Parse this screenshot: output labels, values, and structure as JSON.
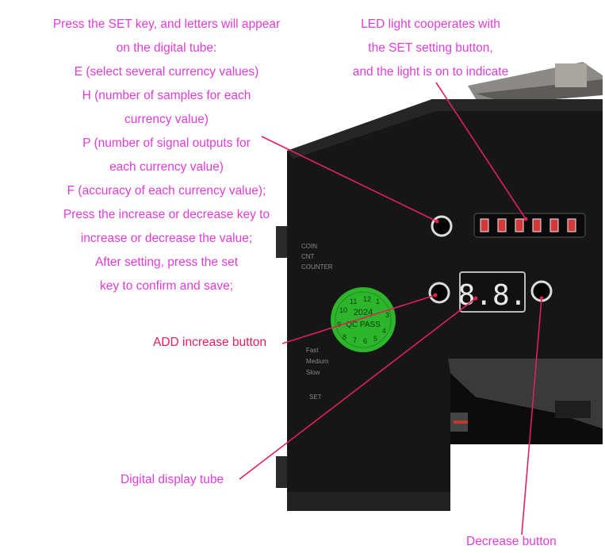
{
  "annotations": {
    "set_key_instructions": [
      "Press the SET key, and letters will appear",
      "on the digital tube:",
      "E (select several currency values)",
      "H (number of samples for each",
      "currency value)",
      "P (number of signal outputs for",
      "each currency value)",
      "F (accuracy of each currency value);",
      "Press the increase or decrease key to",
      "increase or decrease the value;",
      "After setting, press the set",
      "key to confirm and save;"
    ],
    "led_description": [
      "LED light cooperates with",
      "the SET setting button,",
      "and the light is on to indicate"
    ],
    "add_button_label": "ADD increase button",
    "digital_tube_label": "Digital display tube",
    "decrease_button_label": "Decrease button"
  },
  "device": {
    "qc_sticker": {
      "text": "QC PASS",
      "year": "2024",
      "numbers": [
        "11",
        "12",
        "1",
        "10",
        "3",
        "9",
        "8",
        "7",
        "6",
        "5",
        "4"
      ],
      "color": "#2db52b"
    },
    "display_digits": "8.8.",
    "display_color": "#e8e8e8",
    "led_color": "#d23a3a",
    "led_count": 6,
    "switch_labels": [
      "COIN",
      "CNT",
      "COUNTER"
    ],
    "speed_labels": [
      "Fast",
      "Medium",
      "Slow"
    ],
    "set_label": "SET"
  },
  "colors": {
    "annotation_text": "#e23bd8",
    "leader_line": "#e0215a",
    "device_body": "#161616"
  }
}
